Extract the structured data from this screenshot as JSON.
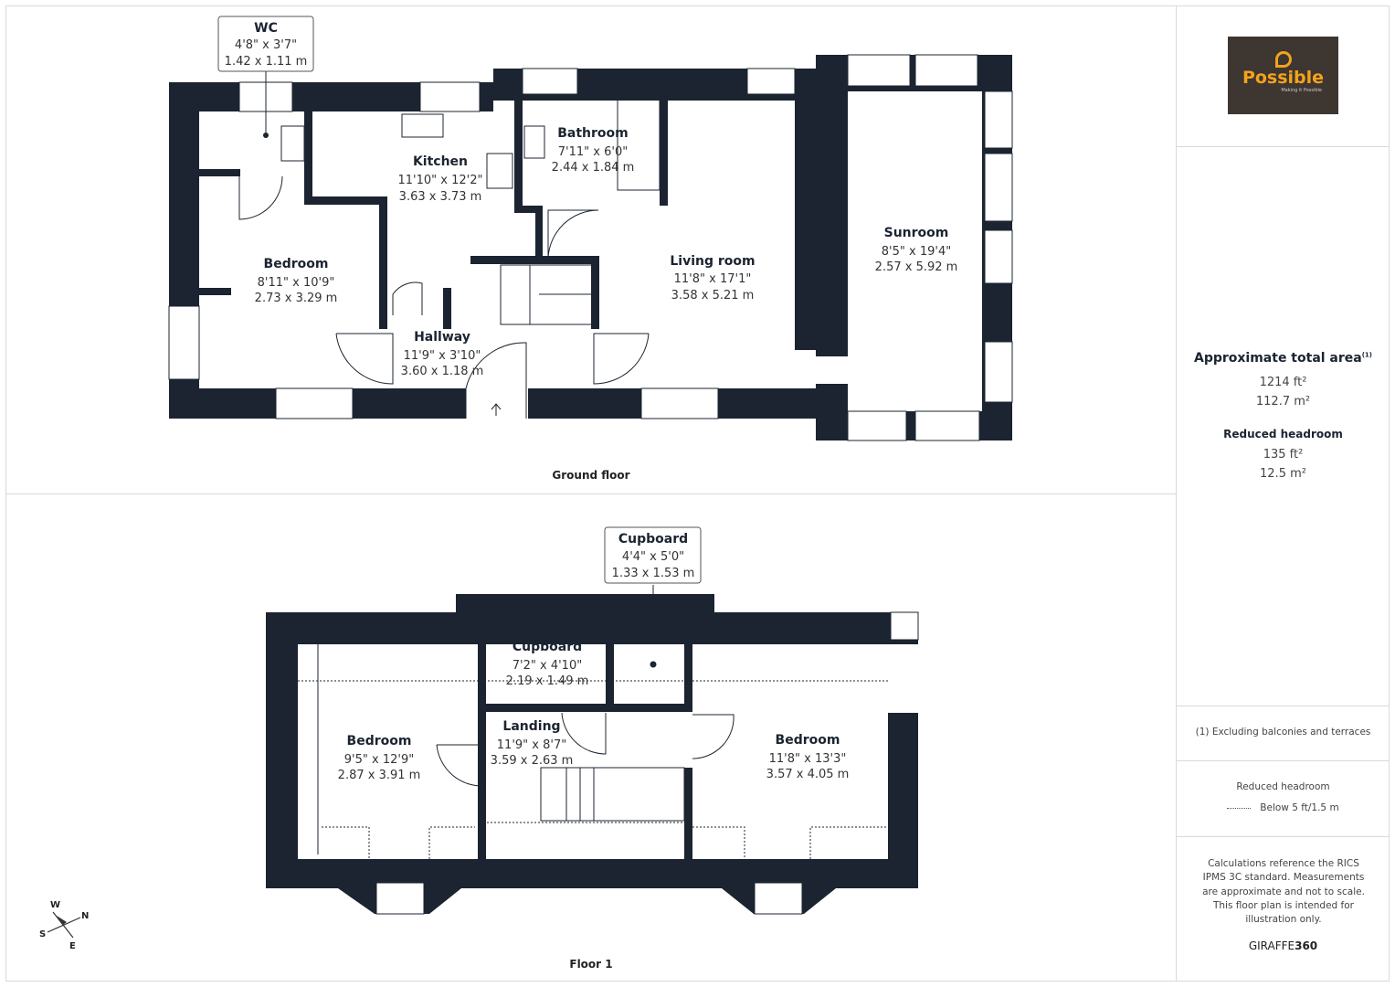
{
  "brand": {
    "logo_text": "Possible",
    "logo_tagline": "Making it Possible",
    "logo_bg": "#3d3631",
    "logo_accent": "#f5a21b"
  },
  "colors": {
    "wall": "#1b2430"
  },
  "ground_floor": {
    "label": "Ground floor",
    "rooms": [
      {
        "name": "WC",
        "imperial": "4'8\" x 3'7\"",
        "metric": "1.42 x 1.11 m"
      },
      {
        "name": "Kitchen",
        "imperial": "11'10\" x 12'2\"",
        "metric": "3.63 x 3.73 m"
      },
      {
        "name": "Bathroom",
        "imperial": "7'11\" x 6'0\"",
        "metric": "2.44 x 1.84 m"
      },
      {
        "name": "Bedroom",
        "imperial": "8'11\" x 10'9\"",
        "metric": "2.73 x 3.29 m"
      },
      {
        "name": "Hallway",
        "imperial": "11'9\" x 3'10\"",
        "metric": "3.60 x 1.18 m"
      },
      {
        "name": "Living room",
        "imperial": "11'8\" x 17'1\"",
        "metric": "3.58 x 5.21 m"
      },
      {
        "name": "Sunroom",
        "imperial": "8'5\" x 19'4\"",
        "metric": "2.57 x 5.92 m"
      }
    ]
  },
  "floor_1": {
    "label": "Floor 1",
    "rooms": [
      {
        "name": "Cupboard",
        "imperial": "4'4\" x 5'0\"",
        "metric": "1.33 x 1.53 m"
      },
      {
        "name": "Cupboard",
        "imperial": "7'2\" x 4'10\"",
        "metric": "2.19 x 1.49 m"
      },
      {
        "name": "Bedroom",
        "imperial": "9'5\" x 12'9\"",
        "metric": "2.87 x 3.91 m"
      },
      {
        "name": "Landing",
        "imperial": "11'9\" x 8'7\"",
        "metric": "3.59 x 2.63 m"
      },
      {
        "name": "Bedroom",
        "imperial": "11'8\" x 13'3\"",
        "metric": "3.57 x 4.05 m"
      }
    ]
  },
  "compass": {
    "w": "W",
    "n": "N",
    "s": "S",
    "e": "E"
  },
  "summary": {
    "total_title": "Approximate total area",
    "total_sup": "(1)",
    "total_ft": "1214 ft²",
    "total_m": "112.7 m²",
    "reduced_title": "Reduced headroom",
    "reduced_ft": "135 ft²",
    "reduced_m": "12.5 m²"
  },
  "footnote": "(1) Excluding balconies and terraces",
  "legend": {
    "title": "Reduced headroom",
    "item": "Below 5 ft/1.5 m"
  },
  "disclaimer": "Calculations reference the RICS IPMS 3C standard. Measurements are approximate and not to scale. This floor plan is intended for illustration only.",
  "credit": {
    "prefix": "GIRAFFE",
    "suffix": "360"
  }
}
